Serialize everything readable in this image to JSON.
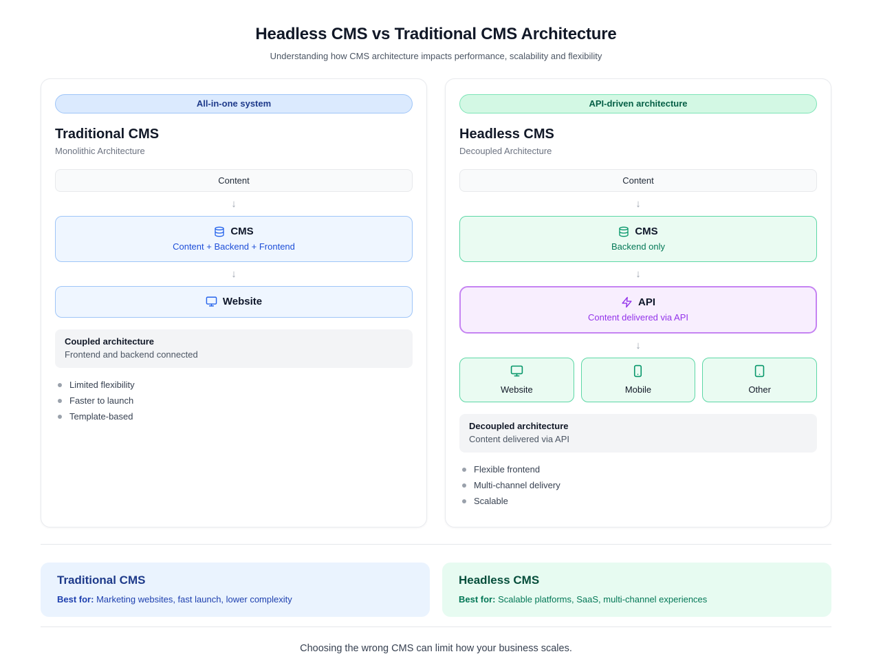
{
  "page": {
    "title": "Headless CMS vs Traditional CMS Architecture",
    "subtitle": "Understanding how CMS architecture impacts performance, scalability and flexibility",
    "footer_note": "Choosing the wrong CMS can limit how your business scales.",
    "arrow_glyph": "↓"
  },
  "colors": {
    "blue_accent": "#1d4ed8",
    "green_accent": "#047857",
    "purple_accent": "#9333ea",
    "blue_badge_bg": "#dbeafe",
    "green_badge_bg": "#d3f8e4",
    "purple_box_bg": "#f8eefe",
    "note_bg": "#f3f4f6"
  },
  "traditional": {
    "badge": "All-in-one system",
    "title": "Traditional CMS",
    "subtitle": "Monolithic Architecture",
    "content_box": "Content",
    "cms_box": {
      "label": "CMS",
      "sublabel": "Content + Backend + Frontend",
      "icon": "database-icon"
    },
    "website_box": {
      "label": "Website",
      "icon": "monitor-icon"
    },
    "note": {
      "title": "Coupled architecture",
      "text": "Frontend and backend connected"
    },
    "bullets": [
      "Limited flexibility",
      "Faster to launch",
      "Template-based"
    ]
  },
  "headless": {
    "badge": "API-driven architecture",
    "title": "Headless CMS",
    "subtitle": "Decoupled Architecture",
    "content_box": "Content",
    "cms_box": {
      "label": "CMS",
      "sublabel": "Backend only",
      "icon": "database-icon"
    },
    "api_box": {
      "label": "API",
      "sublabel": "Content delivered via API",
      "icon": "zap-icon"
    },
    "channels": [
      {
        "label": "Website",
        "icon": "monitor-icon"
      },
      {
        "label": "Mobile",
        "icon": "smartphone-icon"
      },
      {
        "label": "Other",
        "icon": "tablet-icon"
      }
    ],
    "note": {
      "title": "Decoupled architecture",
      "text": "Content delivered via API"
    },
    "bullets": [
      "Flexible frontend",
      "Multi-channel delivery",
      "Scalable"
    ]
  },
  "summary": {
    "traditional": {
      "title": "Traditional CMS",
      "best_for_label": "Best for:",
      "best_for_text": " Marketing websites, fast launch, lower complexity"
    },
    "headless": {
      "title": "Headless CMS",
      "best_for_label": "Best for:",
      "best_for_text": " Scalable platforms, SaaS, multi-channel experiences"
    }
  }
}
